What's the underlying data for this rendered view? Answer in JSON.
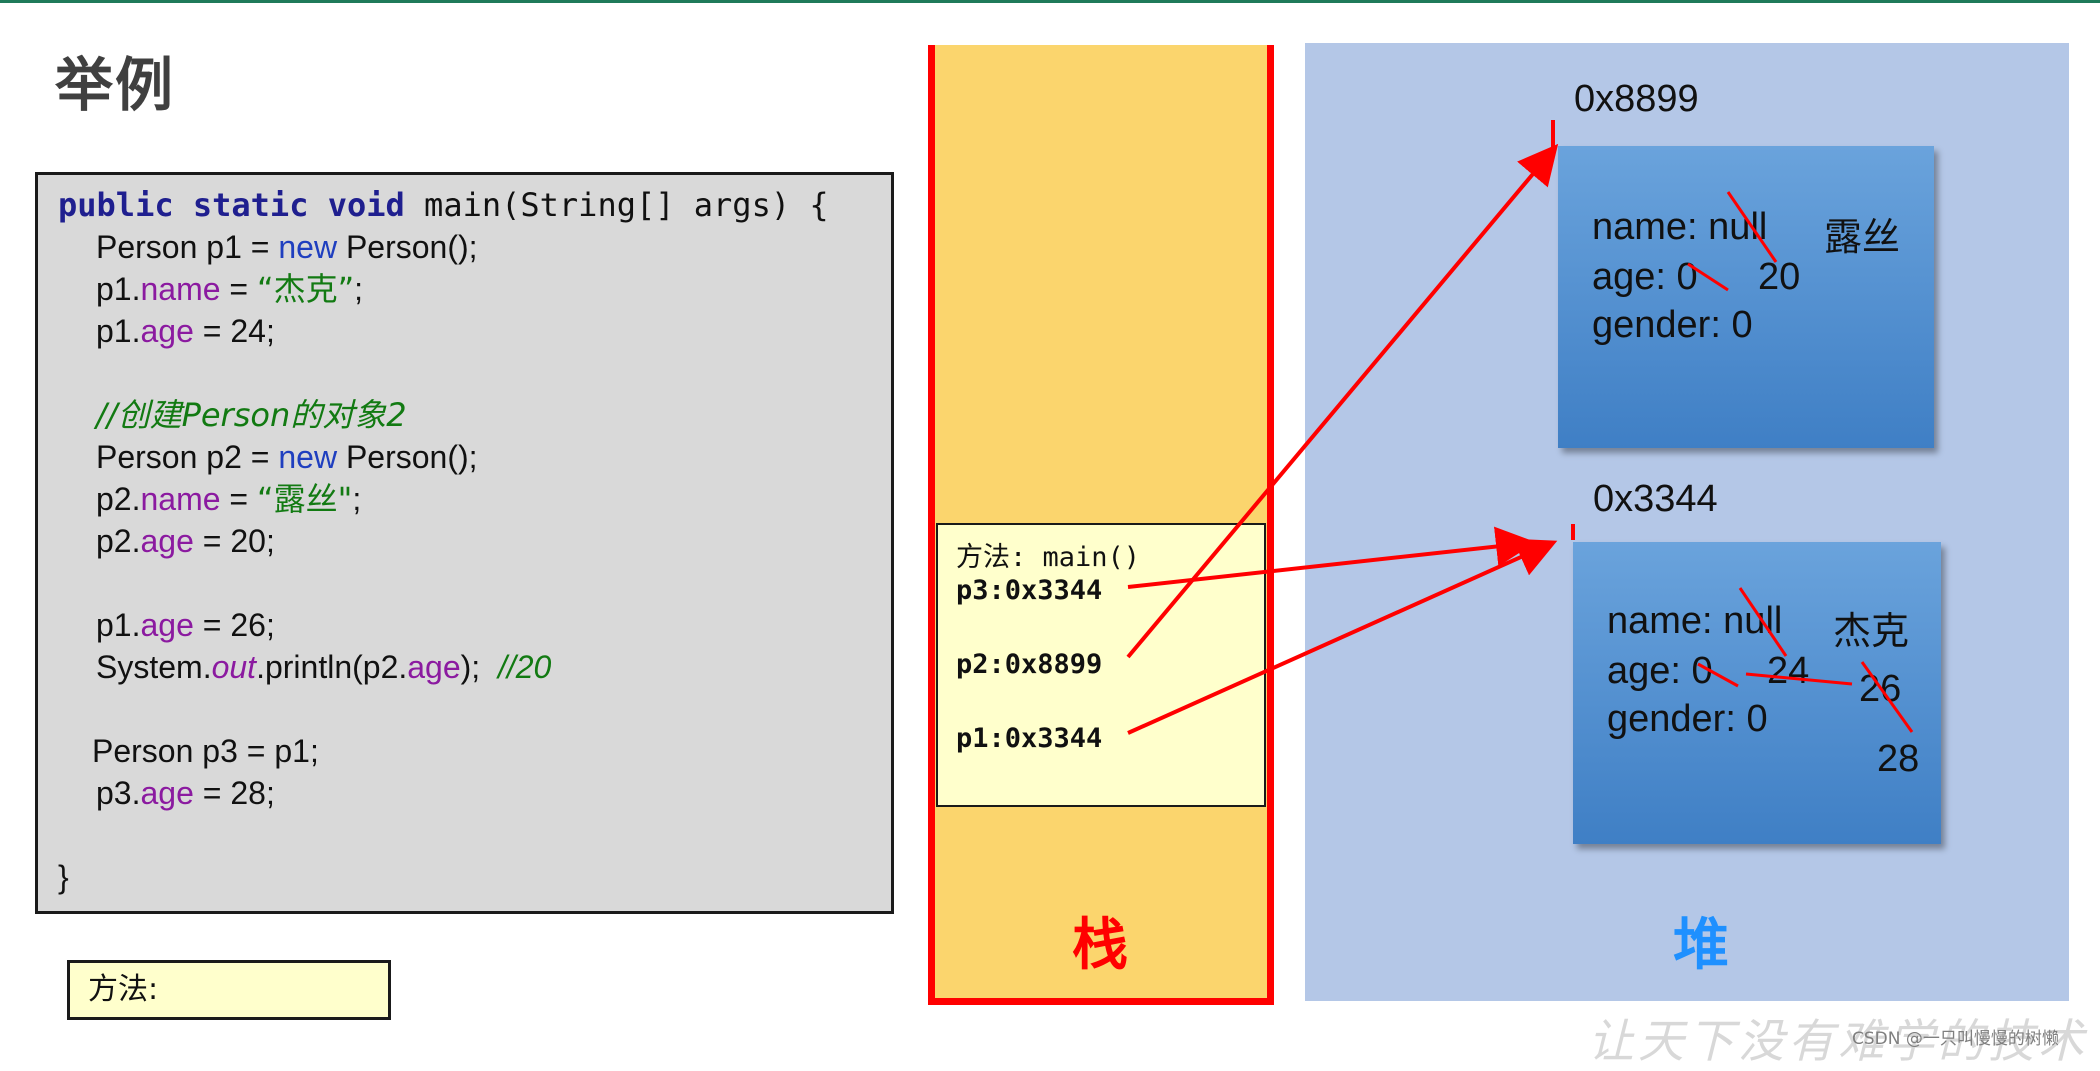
{
  "title": "举例",
  "code": {
    "lines": [
      {
        "kw": "public static void",
        "rest": " main(String[] args) {"
      },
      {
        "pre": "Person p1 = ",
        "new": "new",
        "post": " Person();"
      },
      {
        "pre": "p1.",
        "field": "name",
        "mid": " = ",
        "str": "“杰克”",
        "post": ";"
      },
      {
        "pre": "p1.",
        "field": "age",
        "post": " = 24;"
      },
      {
        "comment": "//创建Person的对象2"
      },
      {
        "pre": "Person p2 = ",
        "new": "new",
        "post": " Person();"
      },
      {
        "pre": "p2.",
        "field": "name",
        "mid": " = ",
        "str": "“露丝\"",
        "post": ";"
      },
      {
        "pre": "p2.",
        "field": "age",
        "post": " = 20;"
      },
      {
        "pre": "p1.",
        "field": "age",
        "post": " = 26;"
      },
      {
        "pre": "System.",
        "static": "out",
        "mid": ".println(p2.",
        "field": "age",
        "post": ");  ",
        "comment": "//20"
      },
      {
        "pre": "Person p3 = p1;"
      },
      {
        "pre": "p3.",
        "field": "age",
        "post": " = 28;"
      },
      {
        "pre": "}"
      }
    ]
  },
  "method_label": "方法:",
  "stack": {
    "label": "栈",
    "frame": {
      "method": "方法: main()",
      "vars": [
        "p3:0x3344",
        "p2:0x8899",
        "p1:0x3344"
      ]
    }
  },
  "heap": {
    "label": "堆",
    "objects": [
      {
        "address": "0x8899",
        "name_line": "name: null",
        "name_new": "露丝",
        "age_line": "age: 0",
        "age_values": [
          "20"
        ],
        "gender_line": "gender: 0"
      },
      {
        "address": "0x3344",
        "name_line": "name: null",
        "name_new": "杰克",
        "age_line": "age: 0",
        "age_values": [
          "24",
          "26",
          "28"
        ],
        "gender_line": "gender: 0"
      }
    ]
  },
  "watermark": "让天下没有难学的技术",
  "credit": "CSDN @一只叫慢慢的树懒",
  "colors": {
    "stack_bg": "#fbd56d",
    "stack_border": "#ff0000",
    "heap_bg": "#b4c7e7",
    "object_fill": "#5b9bd5",
    "frame_bg": "#ffffcc",
    "code_bg": "#d9d9d9",
    "arrow": "#ff0000",
    "heap_label": "#1e90ff"
  }
}
